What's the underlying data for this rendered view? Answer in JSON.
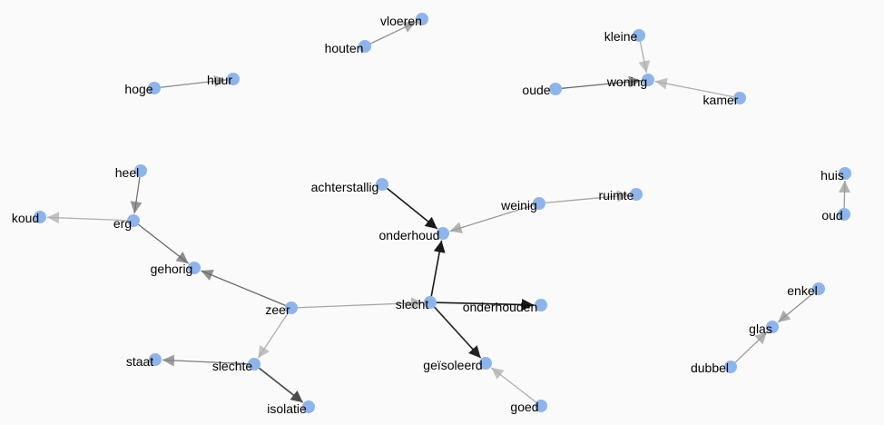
{
  "colors": {
    "background": "#fafafa",
    "node": "#8fb4ea",
    "label": "#000000"
  },
  "nodes": [
    {
      "id": "vloeren",
      "label": "vloeren"
    },
    {
      "id": "houten",
      "label": "houten"
    },
    {
      "id": "hoge",
      "label": "hoge"
    },
    {
      "id": "huur",
      "label": "huur"
    },
    {
      "id": "kleine",
      "label": "kleine"
    },
    {
      "id": "woning",
      "label": "woning"
    },
    {
      "id": "oude",
      "label": "oude"
    },
    {
      "id": "kamer",
      "label": "kamer"
    },
    {
      "id": "heel",
      "label": "heel"
    },
    {
      "id": "erg",
      "label": "erg"
    },
    {
      "id": "koud",
      "label": "koud"
    },
    {
      "id": "gehorig",
      "label": "gehorig"
    },
    {
      "id": "achterstallig",
      "label": "achterstallig"
    },
    {
      "id": "onderhoud",
      "label": "onderhoud"
    },
    {
      "id": "weinig",
      "label": "weinig"
    },
    {
      "id": "ruimte",
      "label": "ruimte"
    },
    {
      "id": "huis",
      "label": "huis"
    },
    {
      "id": "oud",
      "label": "oud"
    },
    {
      "id": "zeer",
      "label": "zeer"
    },
    {
      "id": "slecht",
      "label": "slecht"
    },
    {
      "id": "onderhouden",
      "label": "onderhouden"
    },
    {
      "id": "enkel",
      "label": "enkel"
    },
    {
      "id": "glas",
      "label": "glas"
    },
    {
      "id": "dubbel",
      "label": "dubbel"
    },
    {
      "id": "staat",
      "label": "staat"
    },
    {
      "id": "slechte",
      "label": "slechte"
    },
    {
      "id": "isolatie",
      "label": "isolatie"
    },
    {
      "id": "geisoleerd",
      "label": "geïsoleerd"
    },
    {
      "id": "goed",
      "label": "goed"
    }
  ],
  "edges": [
    {
      "from": "houten",
      "to": "vloeren",
      "weight": 0.35
    },
    {
      "from": "hoge",
      "to": "huur",
      "weight": 0.35
    },
    {
      "from": "kleine",
      "to": "woning",
      "weight": 0.2
    },
    {
      "from": "oude",
      "to": "woning",
      "weight": 0.55
    },
    {
      "from": "kamer",
      "to": "woning",
      "weight": 0.2
    },
    {
      "from": "heel",
      "to": "erg",
      "weight": 0.5
    },
    {
      "from": "erg",
      "to": "koud",
      "weight": 0.2
    },
    {
      "from": "erg",
      "to": "gehorig",
      "weight": 0.55
    },
    {
      "from": "zeer",
      "to": "gehorig",
      "weight": 0.55
    },
    {
      "from": "achterstallig",
      "to": "onderhoud",
      "weight": 0.95
    },
    {
      "from": "weinig",
      "to": "onderhoud",
      "weight": 0.3
    },
    {
      "from": "weinig",
      "to": "ruimte",
      "weight": 0.25
    },
    {
      "from": "oud",
      "to": "huis",
      "weight": 0.3
    },
    {
      "from": "slecht",
      "to": "onderhoud",
      "weight": 0.95
    },
    {
      "from": "slecht",
      "to": "onderhouden",
      "weight": 0.95
    },
    {
      "from": "slecht",
      "to": "geisoleerd",
      "weight": 0.9
    },
    {
      "from": "zeer",
      "to": "slecht",
      "weight": 0.25
    },
    {
      "from": "zeer",
      "to": "slechte",
      "weight": 0.2
    },
    {
      "from": "slechte",
      "to": "staat",
      "weight": 0.45
    },
    {
      "from": "slechte",
      "to": "isolatie",
      "weight": 0.7
    },
    {
      "from": "goed",
      "to": "geisoleerd",
      "weight": 0.2
    },
    {
      "from": "enkel",
      "to": "glas",
      "weight": 0.35
    },
    {
      "from": "dubbel",
      "to": "glas",
      "weight": 0.3
    }
  ]
}
